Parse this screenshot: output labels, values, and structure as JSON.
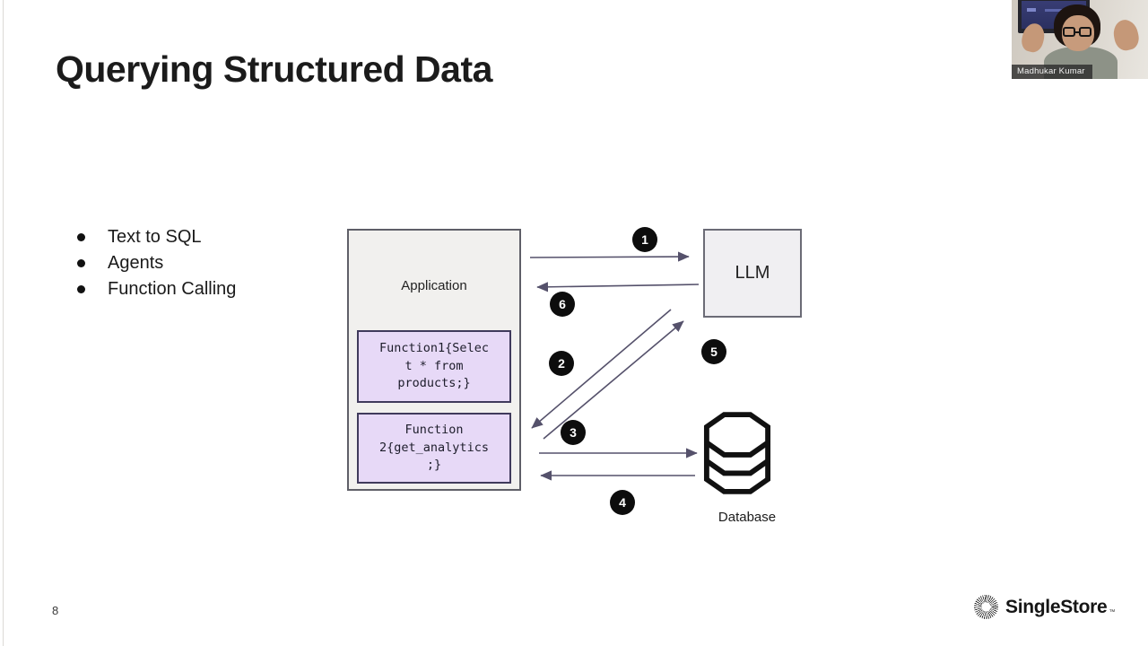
{
  "slide": {
    "title": "Querying Structured Data",
    "page_number": "8",
    "bullets": [
      "Text to SQL",
      "Agents",
      "Function Calling"
    ]
  },
  "diagram": {
    "application_label": "Application",
    "function1_code": "Function1{Selec\nt * from\nproducts;}",
    "function2_code": "Function\n2{get_analytics\n;}",
    "llm_label": "LLM",
    "database_label": "Database",
    "steps": [
      "1",
      "2",
      "3",
      "4",
      "5",
      "6"
    ],
    "icons": {
      "database": "database-stack-icon",
      "arrows": "flow-arrow"
    },
    "colors": {
      "box_fill": "#f1f0ee",
      "function_box_fill": "#e7d9f7",
      "function_box_border": "#403a5c",
      "arrow": "#55516b",
      "step_badge": "#0d0d0d"
    }
  },
  "webcam": {
    "name_label": "Madhukar Kumar"
  },
  "footer": {
    "brand": "SingleStore",
    "trademark": "™",
    "icon": "starburst-icon"
  }
}
